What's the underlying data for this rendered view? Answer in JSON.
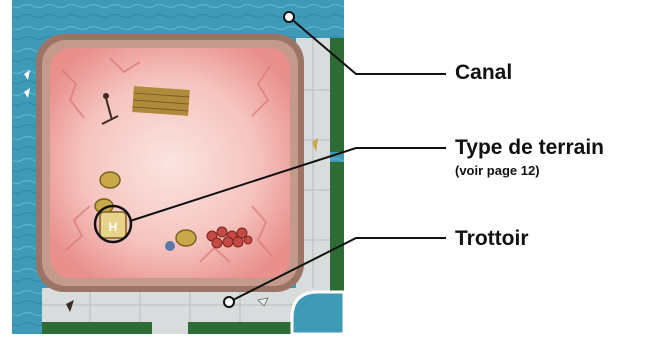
{
  "callouts": {
    "canal": {
      "label": "Canal"
    },
    "terrain": {
      "label": "Type de terrain",
      "note": "(voir page 12)"
    },
    "trottoir": {
      "label": "Trottoir"
    }
  },
  "colors": {
    "canal_water": "#3f9ab8",
    "sidewalk": "#d9dcdc",
    "grass": "#2f6b34",
    "wall": "#9c7466",
    "terrain_pink": "#f3b7b2",
    "leader_line": "#111111"
  }
}
